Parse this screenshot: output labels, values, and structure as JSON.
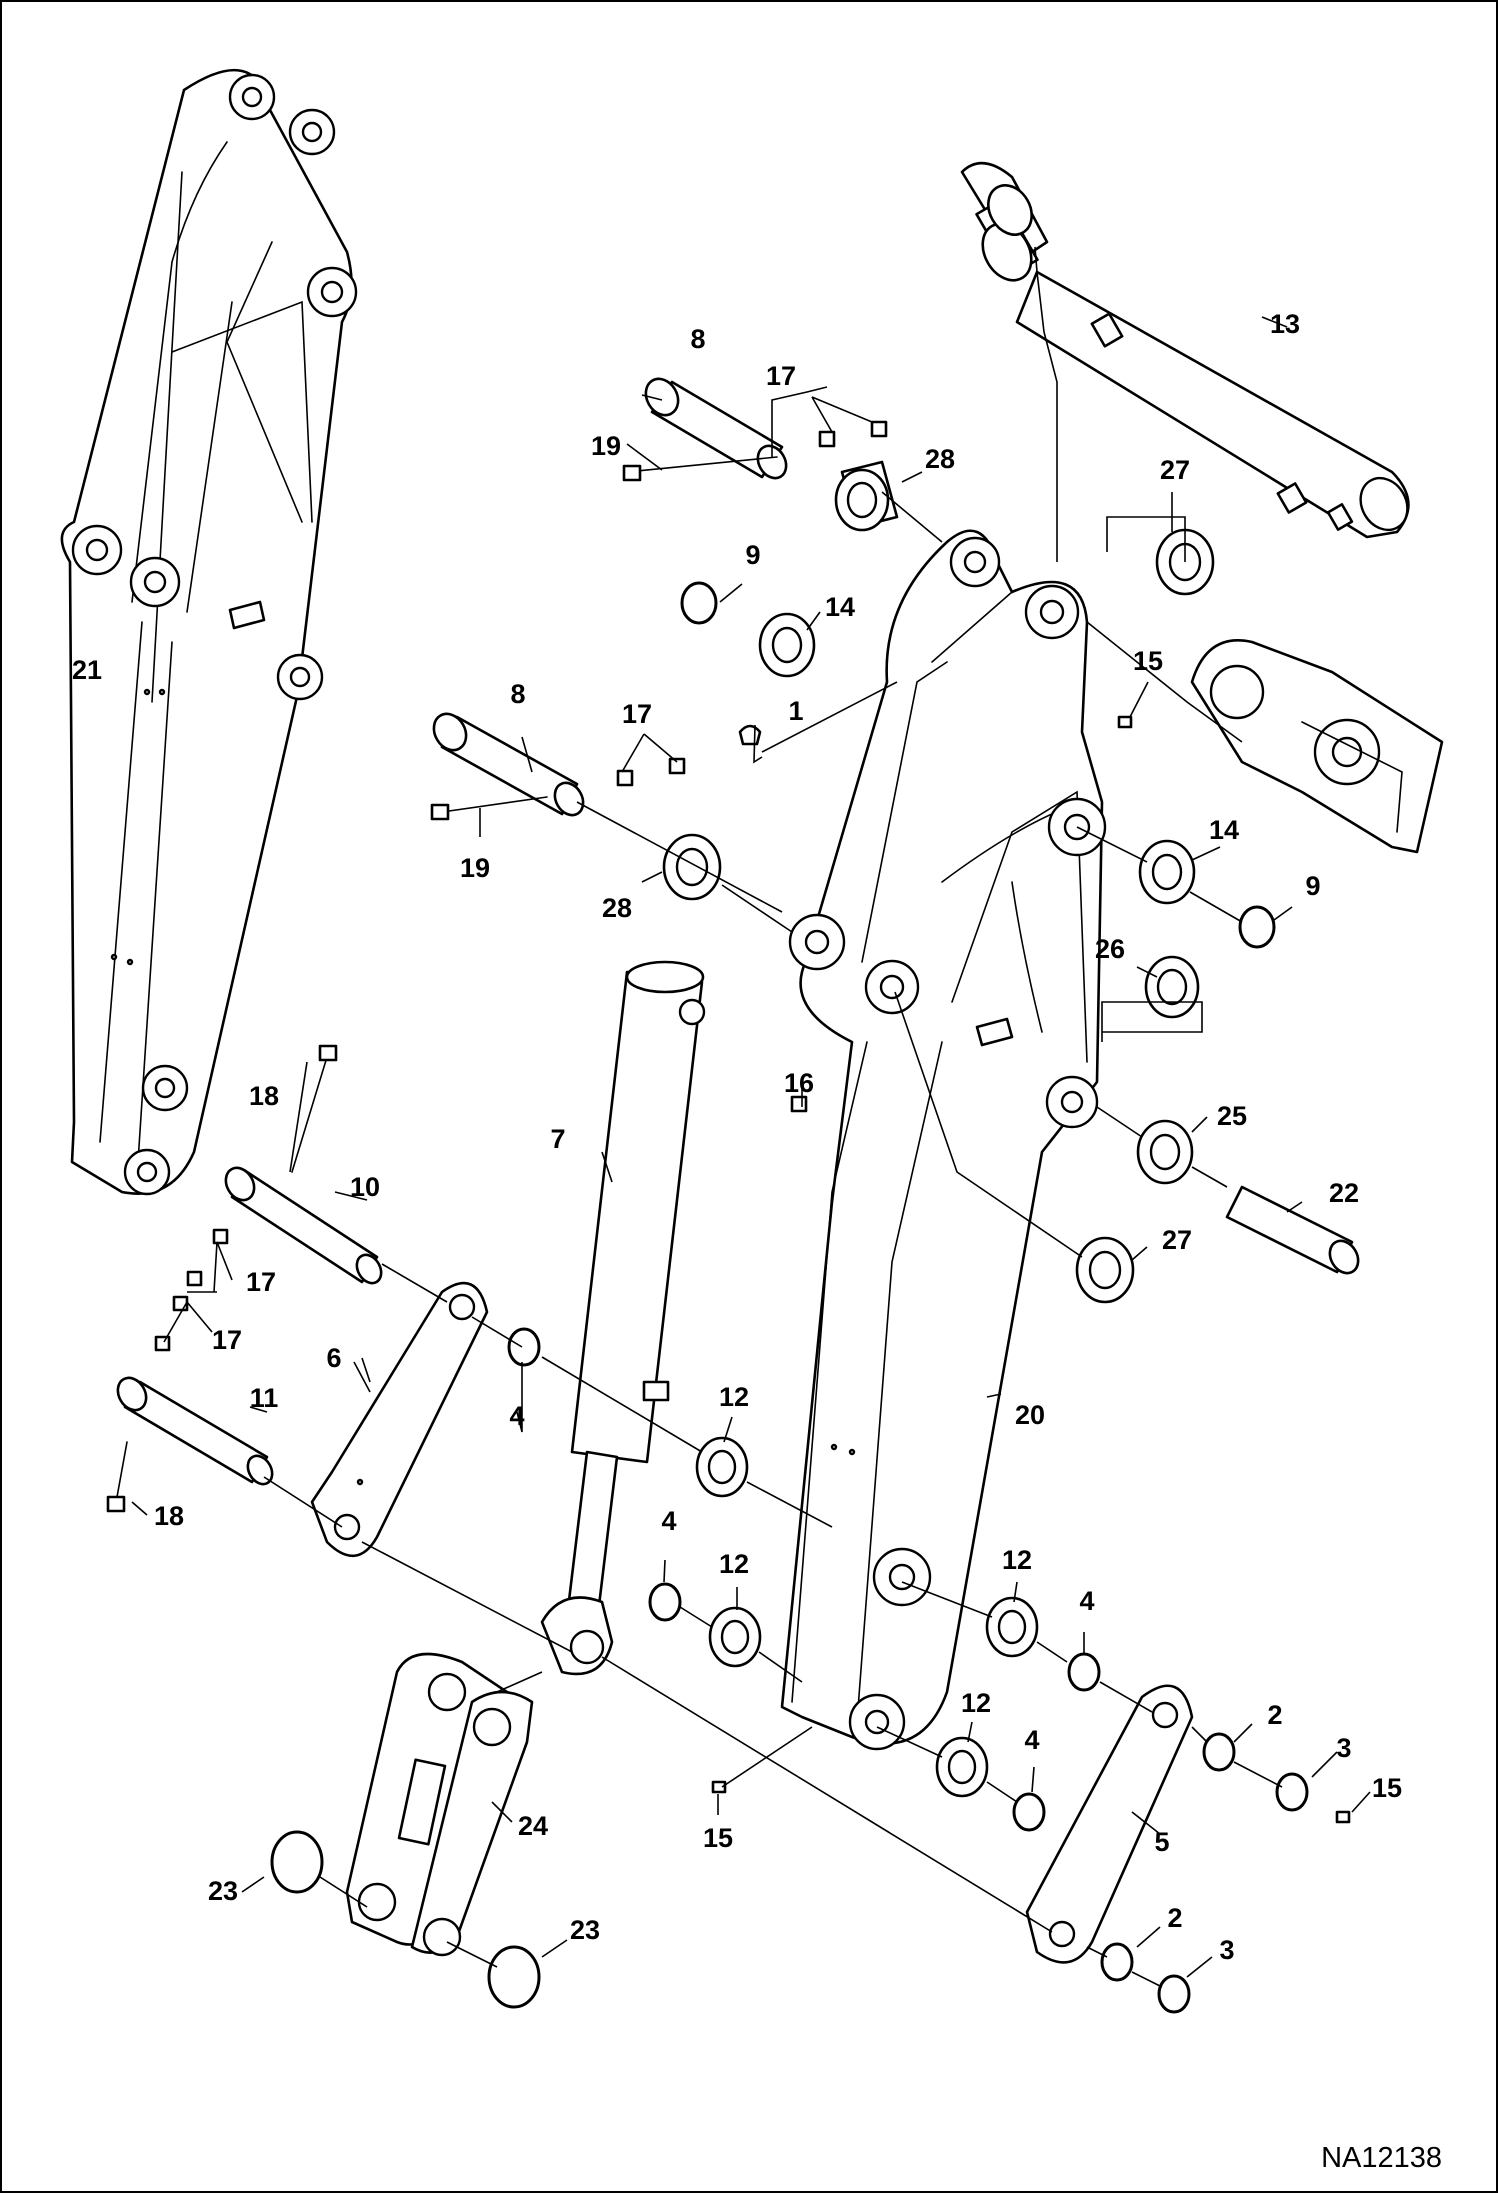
{
  "figure_id": "NA12138",
  "callouts": {
    "c1": "1",
    "c2": "2",
    "c3": "3",
    "c4": "4",
    "c5": "5",
    "c6": "6",
    "c7": "7",
    "c8": "8",
    "c9": "9",
    "c10": "10",
    "c11": "11",
    "c12": "12",
    "c13": "13",
    "c14": "14",
    "c15": "15",
    "c16": "16",
    "c17": "17",
    "c18": "18",
    "c19": "19",
    "c20": "20",
    "c21": "21",
    "c22": "22",
    "c23": "23",
    "c24": "24",
    "c25": "25",
    "c26": "26",
    "c27": "27",
    "c28": "28"
  }
}
